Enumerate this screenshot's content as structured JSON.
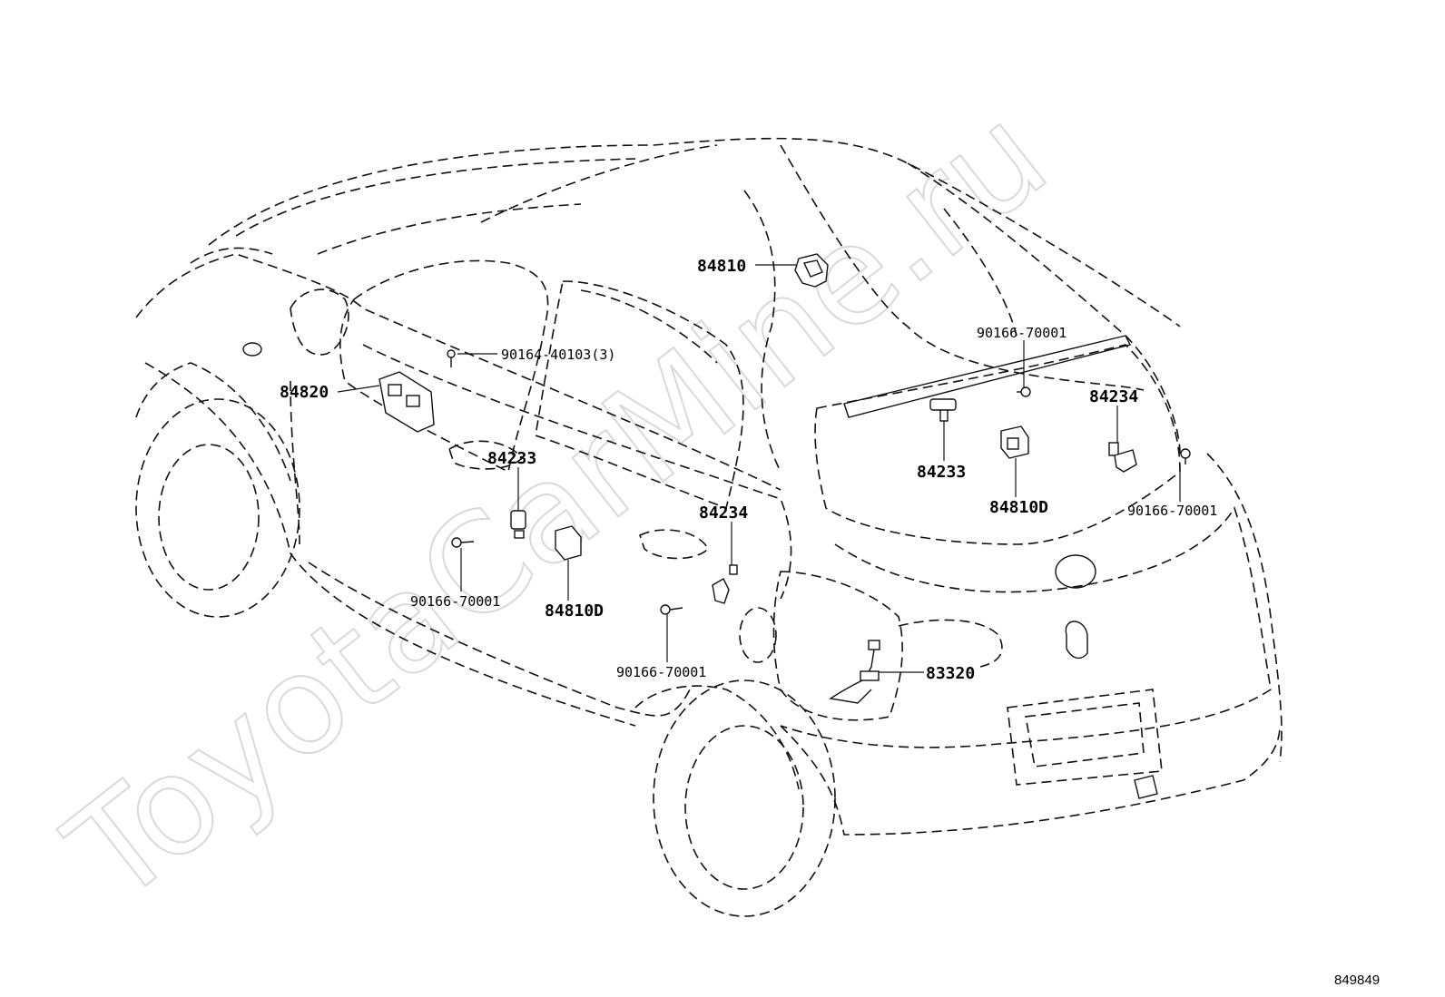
{
  "watermark": "ToyotaCarMine.ru",
  "diagram_code": "849849",
  "callouts": {
    "c84810": "84810",
    "c90164": "90164-40103(3)",
    "c84820": "84820",
    "c84233a": "84233",
    "c84234a": "84234",
    "c90166a": "90166-70001",
    "c84810Da": "84810D",
    "c90166b": "90166-70001",
    "c90166c": "90166-70001",
    "c84234b": "84234",
    "c84233b": "84233",
    "c84810Db": "84810D",
    "c90166d": "90166-70001",
    "c83320": "83320"
  }
}
